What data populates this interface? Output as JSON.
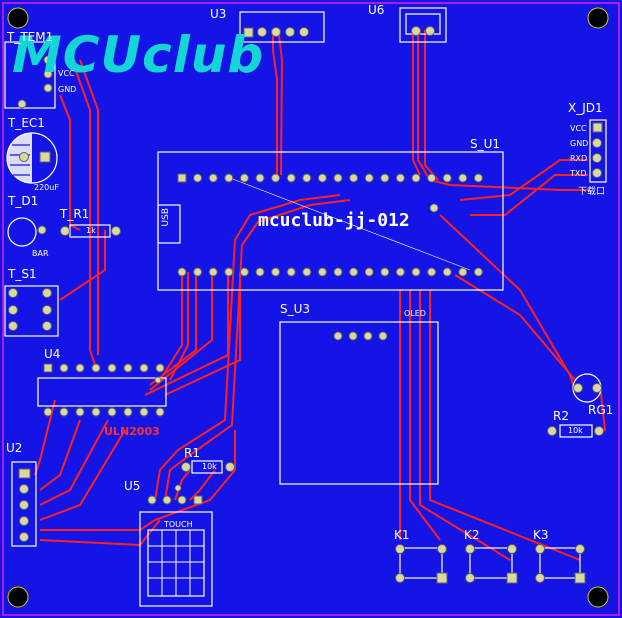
{
  "title_logo": "MCUclub",
  "board_name": "mcuclub-jj-012",
  "colors": {
    "board": "#1414e6",
    "trace": "#ff2020",
    "silk": "#ffffff",
    "logo": "#14d6d6"
  },
  "components": {
    "u3": "U3",
    "u6": "U6",
    "t_tem1": "T_TEM1",
    "t_tem1_vcc": "VCC",
    "t_tem1_gnd": "GND",
    "t_ec1": "T_EC1",
    "t_ec1_value": "220uF",
    "t_d1": "T_D1",
    "t_d1_note": "BAR",
    "t_r1": "T_R1",
    "t_r1_value": "1k",
    "t_s1": "T_S1",
    "s_u1": "S_U1",
    "usb": "USB",
    "x_jd1": "X_JD1",
    "x_jd1_pins": [
      "VCC",
      "GND",
      "RXD",
      "TXD"
    ],
    "x_jd1_note": "下载口",
    "u4": "U4",
    "uln": "ULN2003",
    "u2": "U2",
    "r1": "R1",
    "r1_value": "10k",
    "u5": "U5",
    "u5_note": "TOUCH",
    "s_u3": "S_U3",
    "oled": "OLED",
    "r2": "R2",
    "r2_value": "10k",
    "rg1": "RG1",
    "k1": "K1",
    "k2": "K2",
    "k3": "K3"
  }
}
